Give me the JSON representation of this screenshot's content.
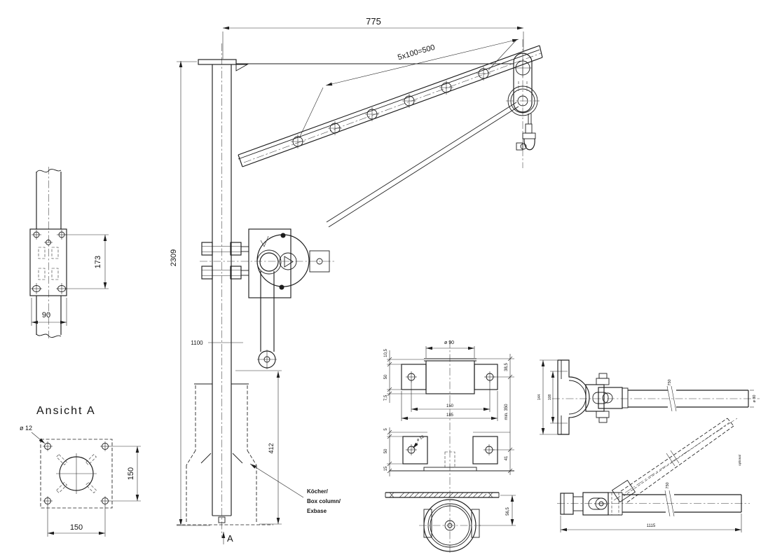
{
  "meta": {
    "background": "#ffffff",
    "ink": "#1d1d1d",
    "description": "Technical drawing - davit crane with column, jib arm, winch and socket base"
  },
  "main_view": {
    "width_dim": "775",
    "hole_spacing_dim": "5x100=500",
    "height_dim": "2309",
    "crank_height_dim": "1100",
    "socket_depth_dim": "412",
    "section_arrow_label": "A",
    "socket_note_l1": "Köcher/",
    "socket_note_l2": "Box column/",
    "socket_note_l3": "Exbase"
  },
  "clamp_plate_view": {
    "height_dim": "173",
    "width_dim": "90"
  },
  "base_plate_view": {
    "title": "Ansicht A",
    "hole_dia_dim": "ø 12",
    "height_dim": "150",
    "width_dim": "150"
  },
  "trolley_views": {
    "top": {
      "tube_dia_dim": "ø 90",
      "edge_dim": "10,5",
      "plate_h_dim": "50",
      "lip_dim": "7,5",
      "offset_dim": "38,5",
      "clearance_dim": "min. 350",
      "hole_pitch_dim": "150",
      "width_dim": "185"
    },
    "front": {
      "edge_dim": "5",
      "plate_h_dim": "50",
      "base_dim": "15",
      "hole_dia_dim": "ø 12",
      "offset_dim": "41"
    },
    "side": {
      "wheel_offset_dim": "56,5"
    }
  },
  "handle_views": {
    "top": {
      "bracket_w_dim": "144",
      "bracket_inner_dim": "108",
      "bar_len_dim": "750",
      "bar_dia_dim": "ø 30"
    },
    "bottom": {
      "bar_len_dim": "750",
      "total_len_dim": "1115",
      "note": "optional"
    }
  }
}
